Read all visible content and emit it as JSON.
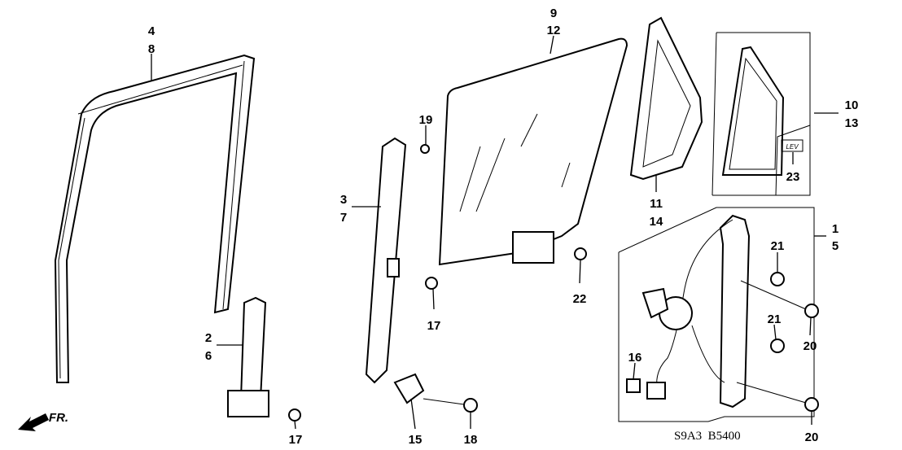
{
  "diagram": {
    "callouts": {
      "run_channel_front": {
        "a": "4",
        "b": "8"
      },
      "glass": {
        "a": "9",
        "b": "12"
      },
      "bolt_19": "19",
      "center_sash": {
        "a": "3",
        "b": "7"
      },
      "bolt_17_center": "17",
      "rear_sash": {
        "a": "2",
        "b": "6"
      },
      "bolt_17_lower": "17",
      "clip_15": "15",
      "bolt_18": "18",
      "bolt_22": "22",
      "quarter_sash": {
        "a": "11",
        "b": "14"
      },
      "quarter_glass": {
        "a": "10",
        "b": "13"
      },
      "label_23": "23",
      "regulator": {
        "a": "1",
        "b": "5"
      },
      "bolt_21_upper": "21",
      "bolt_20_upper": "20",
      "bolt_21_lower": "21",
      "bolt_20_lower": "20",
      "connector_16": "16"
    },
    "lev_label": "LEV",
    "front_indicator": "FR.",
    "diagram_code": "S9A3  B5400"
  }
}
